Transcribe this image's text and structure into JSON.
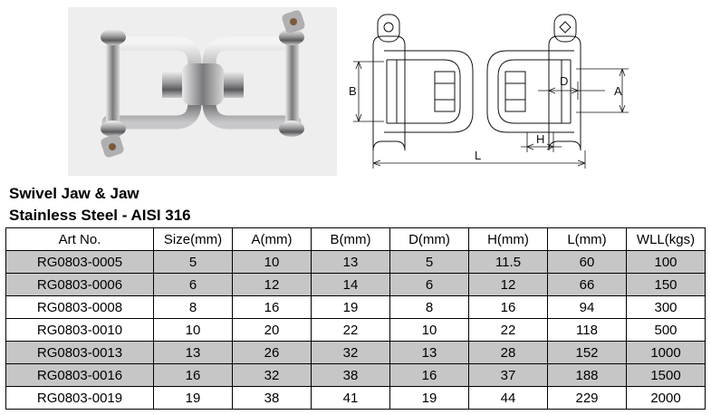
{
  "product": {
    "title_line1": "Swivel Jaw & Jaw",
    "title_line2": "Stainless Steel - AISI 316"
  },
  "drawing": {
    "labels": {
      "B": "B",
      "D": "D",
      "A": "A",
      "H": "H",
      "L": "L"
    }
  },
  "table": {
    "headers": [
      "Art No.",
      "Size(mm)",
      "A(mm)",
      "B(mm)",
      "D(mm)",
      "H(mm)",
      "L(mm)",
      "WLL(kgs)"
    ],
    "rows": [
      [
        "RG0803-0005",
        "5",
        "10",
        "13",
        "5",
        "11.5",
        "60",
        "100"
      ],
      [
        "RG0803-0006",
        "6",
        "12",
        "14",
        "6",
        "12",
        "66",
        "150"
      ],
      [
        "RG0803-0008",
        "8",
        "16",
        "19",
        "8",
        "16",
        "94",
        "300"
      ],
      [
        "RG0803-0010",
        "10",
        "20",
        "22",
        "10",
        "22",
        "118",
        "500"
      ],
      [
        "RG0803-0013",
        "13",
        "26",
        "32",
        "13",
        "28",
        "152",
        "1000"
      ],
      [
        "RG0803-0016",
        "16",
        "32",
        "38",
        "16",
        "37",
        "188",
        "1500"
      ],
      [
        "RG0803-0019",
        "19",
        "38",
        "41",
        "19",
        "44",
        "229",
        "2000"
      ]
    ],
    "shaded_rows": [
      0,
      1,
      4,
      5
    ]
  }
}
